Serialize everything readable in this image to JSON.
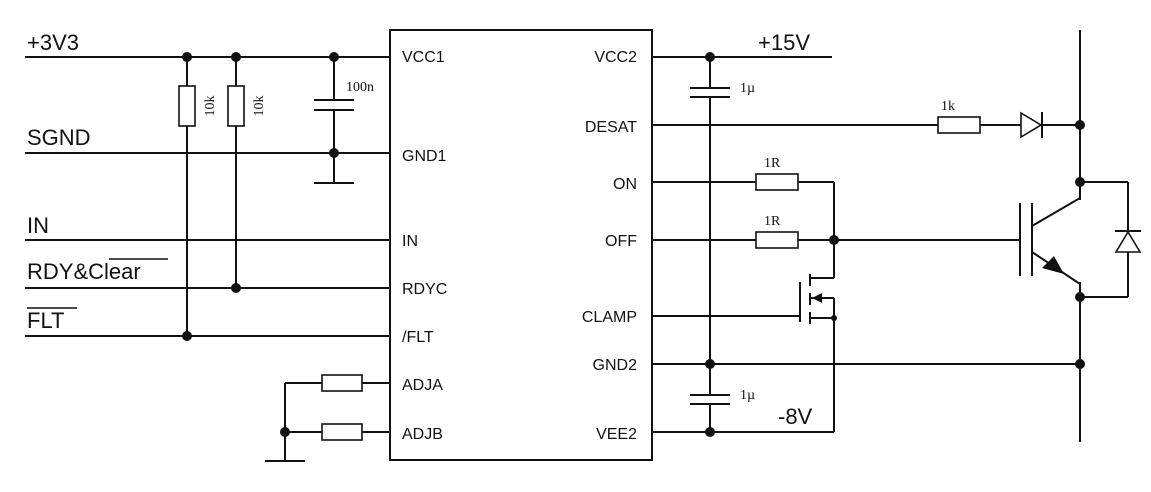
{
  "nets": {
    "supply_3v3": "+3V3",
    "sgnd": "SGND",
    "in": "IN",
    "rdy_clear_prefix": "RDY&",
    "rdy_clear_overbar": "Clear",
    "flt": "FLT",
    "supply_15v": "+15V",
    "supply_neg8v": "-8V"
  },
  "ic": {
    "left_pins": [
      "VCC1",
      "GND1",
      "IN",
      "RDYC",
      "/FLT",
      "ADJA",
      "ADJB"
    ],
    "right_pins": [
      "VCC2",
      "DESAT",
      "ON",
      "OFF",
      "CLAMP",
      "GND2",
      "VEE2"
    ]
  },
  "components": {
    "r_pullup_1": "10k",
    "r_pullup_2": "10k",
    "c_vcc1": "100n",
    "c_vcc2": "1µ",
    "c_vee2": "1µ",
    "r_desat": "1k",
    "r_on": "1R",
    "r_off": "1R"
  }
}
